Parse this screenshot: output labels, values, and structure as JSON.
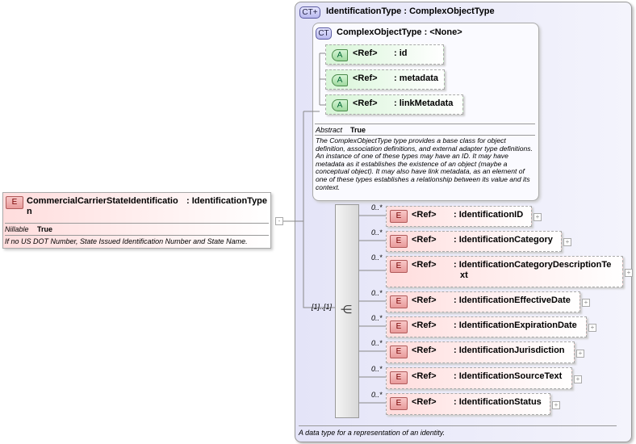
{
  "root_element": {
    "badge": "E",
    "name": "CommercialCarrierStateIdentificatio",
    "name_wrap": "n",
    "type": ": IdentificationType",
    "nillable_label": "Nillable",
    "nillable_value": "True",
    "description": "If no US DOT Number, State Issued Identification Number and State Name.",
    "collapse": "-"
  },
  "outer_type": {
    "badge": "CT+",
    "title": "IdentificationType : ComplexObjectType",
    "description": "A data type for a representation of an identity."
  },
  "base_type": {
    "badge": "CT",
    "title": "ComplexObjectType : <None>",
    "attributes": [
      {
        "badge": "A",
        "ref": "<Ref>",
        "name": ": id"
      },
      {
        "badge": "A",
        "ref": "<Ref>",
        "name": ": metadata"
      },
      {
        "badge": "A",
        "ref": "<Ref>",
        "name": ": linkMetadata"
      }
    ],
    "abstract_label": "Abstract",
    "abstract_value": "True",
    "description": "The ComplexObjectType type provides a base class for object definition, association definitions, and external adapter type definitions. An instance of one of these types may have an ID. It may have metadata as it establishes the existence of an object (maybe a conceptual object). It may also have link metadata, as an element of one of these types establishes a relationship between its value and its context."
  },
  "sequence": {
    "cardinality": "[1]..[1]",
    "icon": "sequence-icon"
  },
  "elements": [
    {
      "badge": "E",
      "card": "0..*",
      "ref": "<Ref>",
      "name": ": IdentificationID",
      "name2": ""
    },
    {
      "badge": "E",
      "card": "0..*",
      "ref": "<Ref>",
      "name": ": IdentificationCategory",
      "name2": ""
    },
    {
      "badge": "E",
      "card": "0..*",
      "ref": "<Ref>",
      "name": ": IdentificationCategoryDescriptionTe",
      "name2": "xt"
    },
    {
      "badge": "E",
      "card": "0..*",
      "ref": "<Ref>",
      "name": ": IdentificationEffectiveDate",
      "name2": ""
    },
    {
      "badge": "E",
      "card": "0..*",
      "ref": "<Ref>",
      "name": ": IdentificationExpirationDate",
      "name2": ""
    },
    {
      "badge": "E",
      "card": "0..*",
      "ref": "<Ref>",
      "name": ": IdentificationJurisdiction",
      "name2": ""
    },
    {
      "badge": "E",
      "card": "0..*",
      "ref": "<Ref>",
      "name": ": IdentificationSourceText",
      "name2": ""
    },
    {
      "badge": "E",
      "card": "0..*",
      "ref": "<Ref>",
      "name": ": IdentificationStatus",
      "name2": ""
    }
  ],
  "colors": {
    "element": "#f8c8c8",
    "attribute": "#c8efc8",
    "complex_type": "#e8e8fa"
  }
}
